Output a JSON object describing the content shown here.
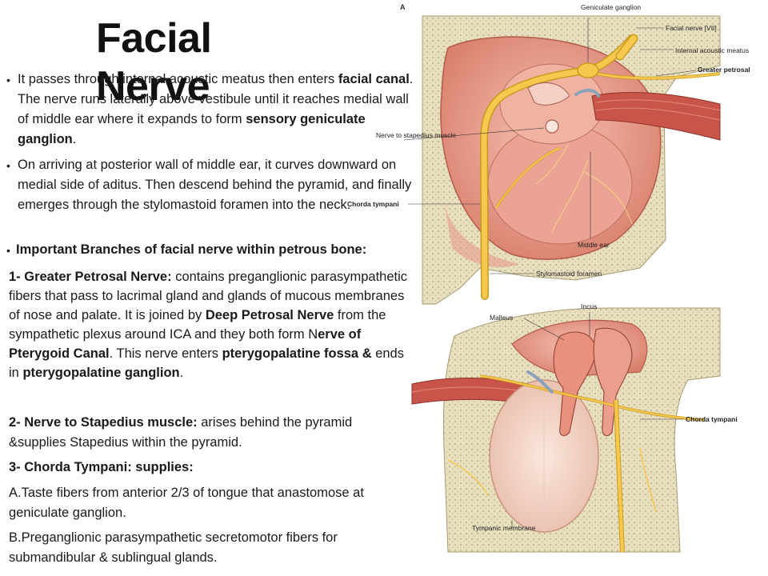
{
  "title": "Facial Nerve",
  "bullets": [
    {
      "parts": [
        {
          "t": "It passes through internal acoustic meatus then enters ",
          "b": false
        },
        {
          "t": "facial canal",
          "b": true
        },
        {
          "t": ". The nerve runs laterally above vestibule until it reaches medial wall of middle ear where it expands to form ",
          "b": false
        },
        {
          "t": "sensory geniculate ganglion",
          "b": true
        },
        {
          "t": ".",
          "b": false
        }
      ]
    },
    {
      "parts": [
        {
          "t": "On arriving at posterior wall of middle ear, it curves downward on medial side of aditus. Then descend behind the pyramid, and finally emerges through the stylomastoid foramen into the neck.",
          "b": false
        }
      ]
    },
    {
      "parts": [
        {
          "t": "Important Branches of facial nerve within petrous bone:",
          "b": true
        }
      ]
    }
  ],
  "branches": {
    "greater_petrosal": [
      {
        "t": "1- Greater Petrosal Nerve:",
        "b": true
      },
      {
        "t": " contains preganglionic parasympathetic fibers that pass to lacrimal gland and glands of mucous membranes of nose and palate. It is joined by ",
        "b": false
      },
      {
        "t": "Deep Petrosal Nerve",
        "b": true
      },
      {
        "t": " from the sympathetic plexus around ICA and they both form N",
        "b": false
      },
      {
        "t": "erve of Pterygoid Canal",
        "b": true
      },
      {
        "t": ". This nerve enters ",
        "b": false
      },
      {
        "t": "pterygopalatine fossa &",
        "b": true
      },
      {
        "t": " ends in ",
        "b": false
      },
      {
        "t": "pterygopalatine ganglion",
        "b": true
      },
      {
        "t": ".",
        "b": false
      }
    ],
    "stapedius": [
      {
        "t": "2- Nerve to Stapedius muscle:",
        "b": true
      },
      {
        "t": " arises behind the pyramid &supplies Stapedius within the pyramid.",
        "b": false
      }
    ],
    "chorda_heading": [
      {
        "t": "3- Chorda Tympani: supplies:",
        "b": true
      }
    ],
    "chorda_a": [
      {
        "t": "A.Taste fibers from anterior 2/3 of tongue that anastomose at geniculate ganglion.",
        "b": false
      }
    ],
    "chorda_b": [
      {
        "t": "B.Preganglionic parasympathetic secretomotor fibers for submandibular & sublingual glands.",
        "b": false
      }
    ]
  },
  "figure": {
    "panel_letter": "A",
    "top_labels": {
      "geniculate": "Geniculate ganglion",
      "facial_vii": "Facial nerve [VII]",
      "iam": "Internal acoustic meatus",
      "gpn": "Greater petrosal",
      "stapedius": "Nerve to stapedius muscle",
      "chorda": "Chorda tympani",
      "middle_ear": "Middle ear",
      "stylo": "Stylomastoid foramen"
    },
    "bottom_labels": {
      "incus": "Incus",
      "malleus": "Malleus",
      "chorda": "Chorda tympani",
      "tm": "Tympanic membrane"
    }
  },
  "colors": {
    "bone": "#e8dfbf",
    "bone_dots": "#b9ad86",
    "cavity": "#e79a8a",
    "cavity_light": "#f2b9a8",
    "nerve": "#f6c94e",
    "nerve_edge": "#c99a1e"
  }
}
